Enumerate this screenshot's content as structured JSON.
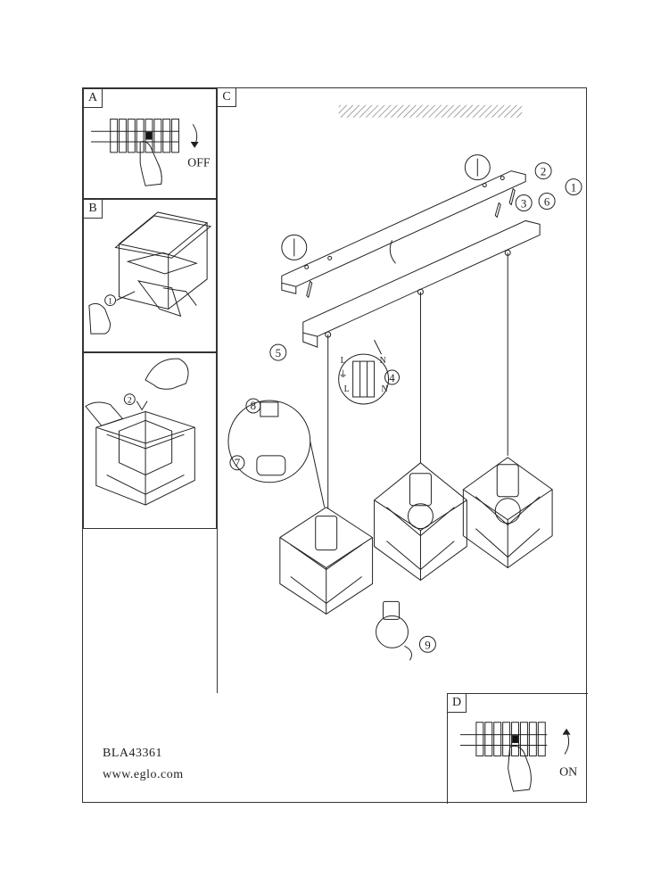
{
  "panels": {
    "a": {
      "label": "A",
      "action": "OFF",
      "step": ""
    },
    "b": {
      "label": "B",
      "step": "1"
    },
    "c": {
      "label": "C"
    },
    "d": {
      "label": "D",
      "action": "ON"
    },
    "e": {
      "step": "2"
    }
  },
  "steps": [
    "1",
    "2",
    "3",
    "4",
    "5",
    "6",
    "7",
    "8",
    "9"
  ],
  "wiring": {
    "left": "L",
    "earth": "⏚",
    "neutral": "N"
  },
  "footer": {
    "model": "BLA43361",
    "website": "www.eglo.com"
  }
}
